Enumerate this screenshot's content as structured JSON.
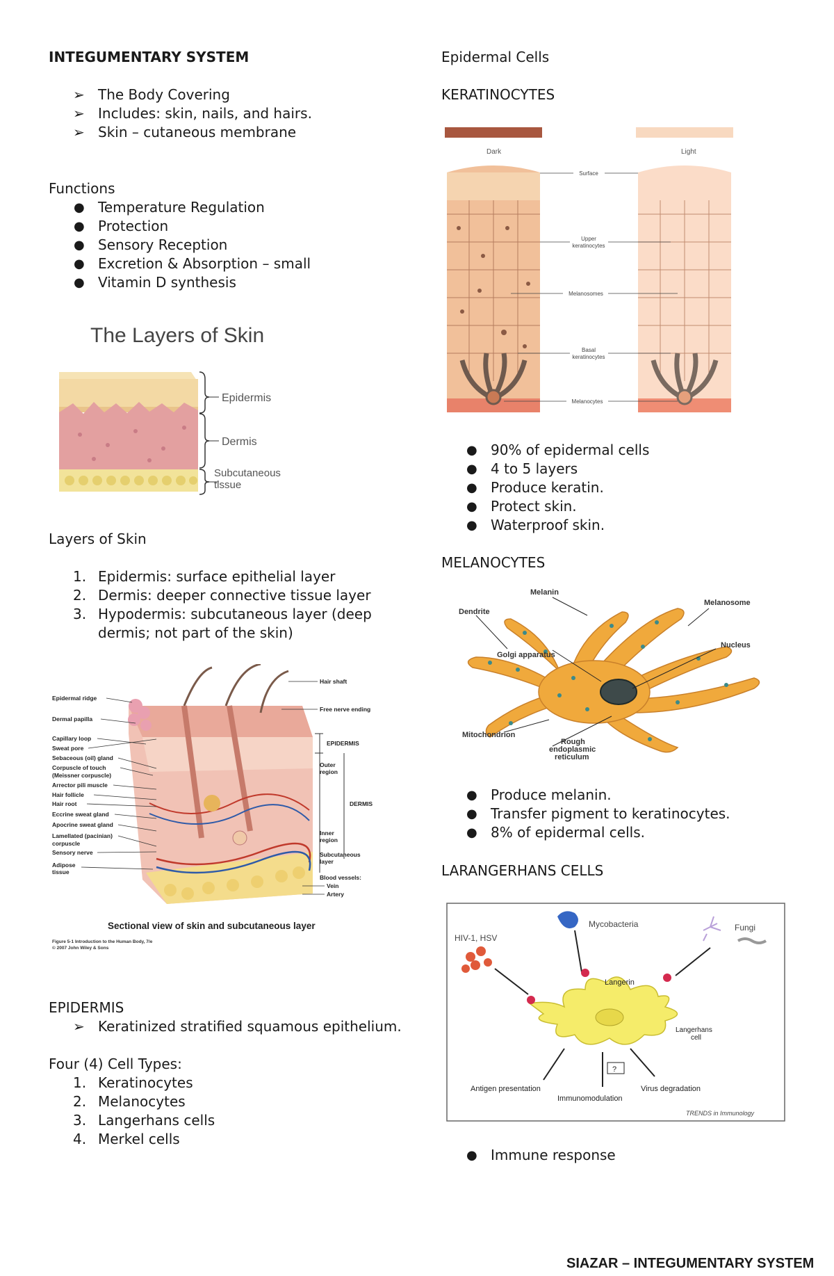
{
  "left": {
    "title": "INTEGUMENTARY SYSTEM",
    "intro_items": [
      "The Body Covering",
      "Includes: skin, nails, and hairs.",
      "Skin – cutaneous membrane"
    ],
    "functions_heading": "Functions",
    "functions": [
      "Temperature Regulation",
      "Protection",
      "Sensory Reception",
      "Excretion & Absorption – small",
      "Vitamin D synthesis"
    ],
    "fig_layers": {
      "title": "The Layers of Skin",
      "labels": [
        "Epidermis",
        "Dermis",
        "Subcutaneous",
        "tissue"
      ]
    },
    "layers_heading": "Layers of Skin",
    "layers": [
      "Epidermis: surface epithelial layer",
      "Dermis: deeper connective tissue layer",
      "Hypodermis: subcutaneous layer (deep dermis; not part of the skin)"
    ],
    "fig_section": {
      "labels_left": [
        "Epidermal ridge",
        "Dermal papilla",
        "Capillary loop",
        "Sweat pore",
        "Sebaceous (oil) gland",
        "Corpuscle of touch",
        "(Meissner corpuscle)",
        "Arrector pili muscle",
        "Hair follicle",
        "Hair root",
        "Eccrine sweat gland",
        "Apocrine sweat gland",
        "Lamellated (pacinian)",
        "corpuscle",
        "Sensory nerve",
        "Adipose",
        "tissue"
      ],
      "labels_right": [
        "Hair shaft",
        "Free nerve ending",
        "EPIDERMIS",
        "Outer",
        "region",
        "DERMIS",
        "Inner",
        "region",
        "Subcutaneous",
        "layer",
        "Blood vessels:",
        "Vein",
        "Artery"
      ],
      "caption": "Sectional view of skin and subcutaneous layer",
      "credit1": "Figure 5-1 Introduction to the Human Body, 7/e",
      "credit2": "© 2007 John Wiley & Sons"
    },
    "epidermis_heading": "EPIDERMIS",
    "epidermis_items": [
      "Keratinized stratified squamous epithelium."
    ],
    "cell_types_heading": "Four (4) Cell Types:",
    "cell_types": [
      "Keratinocytes",
      "Melanocytes",
      "Langerhans cells",
      "Merkel cells"
    ]
  },
  "right": {
    "heading": "Epidermal Cells",
    "kerat_heading": "KERATINOCYTES",
    "fig_kerat": {
      "labels": [
        "Dark",
        "Light",
        "Surface",
        "Upper",
        "keratinocytes",
        "Melanosomes",
        "Basal",
        "keratinocytes",
        "Melanocytes"
      ]
    },
    "kerat_items": [
      "90% of epidermal cells",
      "4 to 5 layers",
      "Produce keratin.",
      "Protect skin.",
      "Waterproof skin."
    ],
    "melano_heading": "MELANOCYTES",
    "fig_melano": {
      "labels": [
        "Melanin",
        "Melanosome",
        "Dendrite",
        "Nucleus",
        "Golgi apparatus",
        "Mitochondrion",
        "Rough",
        "endoplasmic",
        "reticulum"
      ]
    },
    "melano_items": [
      "Produce melanin.",
      "Transfer pigment to keratinocytes.",
      "8% of epidermal cells."
    ],
    "langer_heading": "LARANGERHANS CELLS",
    "fig_langer": {
      "labels": [
        "Mycobacteria",
        "HIV-1, HSV",
        "Fungi",
        "Langerin",
        "Langerhans",
        "cell",
        "?",
        "Antigen presentation",
        "Virus degradation",
        "Immunomodulation",
        "TRENDS in Immunology"
      ]
    },
    "langer_items": [
      "Immune response"
    ]
  },
  "footer": "SIAZAR – INTEGUMENTARY SYSTEM",
  "colors": {
    "text": "#1a1a1a",
    "skin_epidermis": "#f3d9a4",
    "skin_dermis": "#e3a0a0",
    "melanocyte": "#f0a93c",
    "langerhans": "#f5ec6a"
  }
}
